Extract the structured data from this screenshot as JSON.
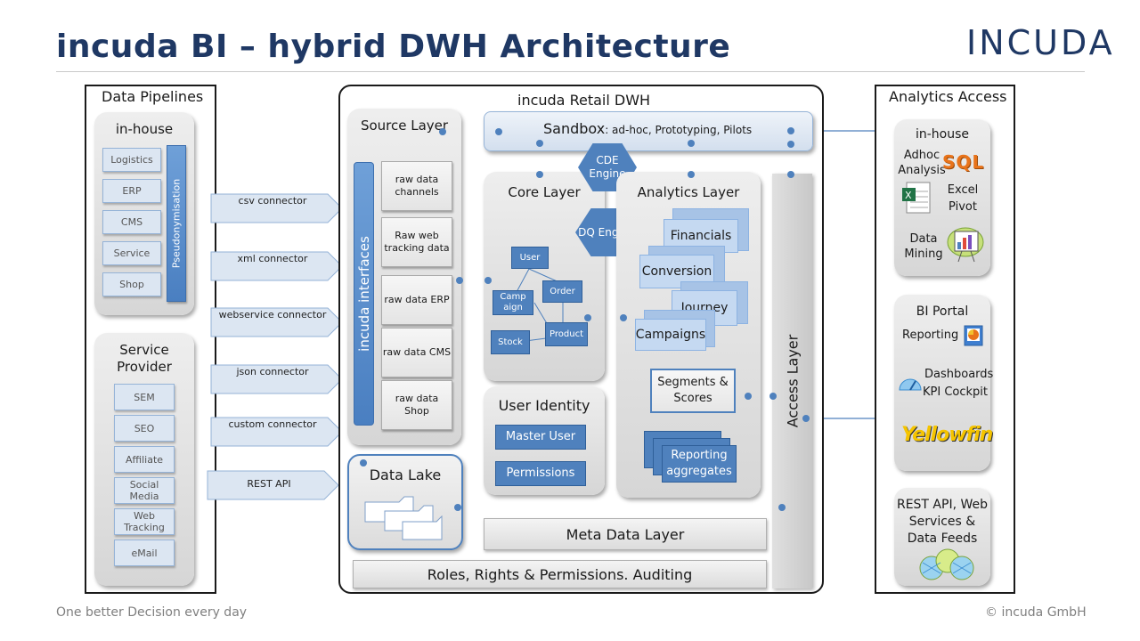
{
  "header": {
    "title": "incuda BI – hybrid DWH Architecture",
    "logo": "INCUDA"
  },
  "footer": {
    "tagline": "One better Decision every day",
    "copyright": "© incuda GmbH"
  },
  "data_pipelines": {
    "title": "Data Pipelines",
    "inhouse": {
      "title": "in-house",
      "items": [
        "Logistics",
        "ERP",
        "CMS",
        "Service",
        "Shop"
      ],
      "pseudonymisation": "Pseudonymisation"
    },
    "service_provider": {
      "title": "Service Provider",
      "items": [
        "SEM",
        "SEO",
        "Affiliate",
        "Social Media",
        "Web Tracking",
        "eMail"
      ]
    }
  },
  "connectors": [
    "csv connector",
    "xml connector",
    "webservice connector",
    "json connector",
    "custom connector",
    "REST API"
  ],
  "dwh": {
    "title": "incuda Retail DWH",
    "sandbox": {
      "label": "Sandbox",
      "detail": ": ad-hoc, Prototyping, Pilots"
    },
    "source_layer": {
      "title": "Source Layer",
      "interfaces": "incuda interfaces",
      "items": [
        "raw data channels",
        "Raw web tracking data",
        "raw data ERP",
        "raw data CMS",
        "raw data Shop"
      ]
    },
    "engines": {
      "cde": "CDE Engine",
      "dq": "DQ Engine"
    },
    "core_layer": {
      "title": "Core Layer",
      "entities": [
        "User",
        "Order",
        "Camp aign",
        "Product",
        "Stock"
      ]
    },
    "analytics_layer": {
      "title": "Analytics Layer",
      "cubes": [
        "Financials",
        "Conversion",
        "Journey",
        "Campaigns"
      ],
      "segments": "Segments & Scores",
      "reporting": "Reporting aggregates"
    },
    "user_identity": {
      "title": "User Identity",
      "items": [
        "Master User",
        "Permissions"
      ]
    },
    "data_lake": "Data Lake",
    "meta_data_layer": "Meta Data Layer",
    "roles": "Roles, Rights & Permissions. Auditing",
    "access_layer": "Access Layer"
  },
  "analytics_access": {
    "title": "Analytics Access",
    "inhouse": {
      "title": "in-house",
      "items": [
        "Adhoc Analysis",
        "SQL",
        "Excel Pivot",
        "Data Mining"
      ]
    },
    "bi_portal": {
      "title": "BI Portal",
      "items": [
        "Reporting",
        "Dashboards",
        "KPI Cockpit",
        "Yellowfin"
      ]
    },
    "rest": "REST API, Web Services & Data Feeds"
  }
}
